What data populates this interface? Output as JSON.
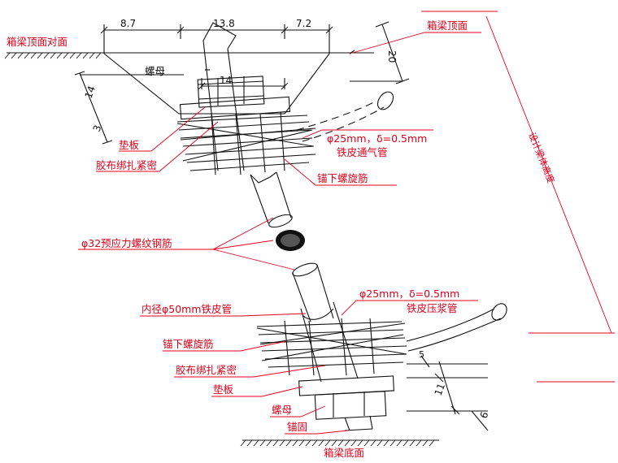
{
  "labels": {
    "top_surface_opposite": "箱梁顶面对面",
    "top_surface": "箱梁顶面",
    "nut_top": "螺母",
    "washer_top": "垫板",
    "tape_top": "胶布绑扎紧密",
    "vent_spec": "φ25mm，δ=0.5mm",
    "vent_pipe": "铁皮通气管",
    "spiral_top": "锚下螺旋筋",
    "rebar": "φ32预应力螺纹钢筋",
    "sheath": "内径φ50mm铁皮管",
    "grout_spec": "φ25mm，δ=0.5mm",
    "grout_pipe": "铁皮压浆管",
    "spiral_bottom": "锚下螺旋筋",
    "tape_bottom": "胶布绑扎紧密",
    "washer_bottom": "垫板",
    "nut_bottom": "螺母",
    "anchor": "锚固",
    "bottom_surface": "箱梁底面",
    "rotated": "设计梁体高度"
  },
  "dimensions": {
    "d1": "8.7",
    "d2": "13.8",
    "d3": "7.2",
    "d4": "20",
    "d5": "14",
    "d6": "14",
    "d7": "3",
    "d8": "5",
    "d9": "11",
    "d10": "6"
  },
  "colors": {
    "annotation": "#e8001c",
    "drawing": "#111111"
  }
}
